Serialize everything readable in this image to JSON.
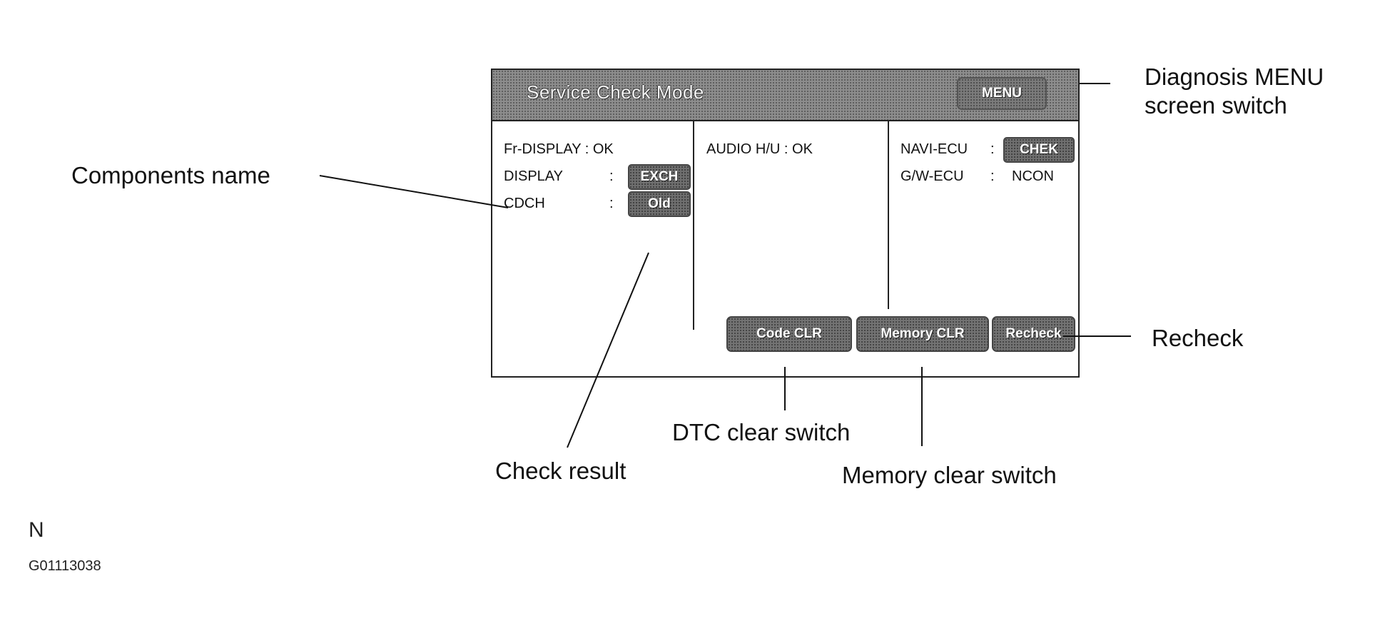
{
  "screen": {
    "title": "Service Check Mode",
    "menu_button": "MENU",
    "columns": [
      {
        "rows": [
          {
            "name": "Fr-DISPLAY",
            "sep": ":",
            "status": "OK"
          },
          {
            "name": "DISPLAY",
            "sep": ":",
            "status": "EXCH"
          },
          {
            "name": "CDCH",
            "sep": ":",
            "status": "Old"
          }
        ]
      },
      {
        "rows": [
          {
            "name": "AUDIO H/U",
            "sep": ":",
            "status": "OK"
          }
        ]
      },
      {
        "rows": [
          {
            "name": "NAVI-ECU",
            "sep": ":",
            "status": "CHEK"
          },
          {
            "name": "G/W-ECU",
            "sep": ":",
            "status": "NCON"
          }
        ]
      }
    ],
    "buttons": {
      "code_clr": "Code CLR",
      "memory_clr": "Memory CLR",
      "recheck": "Recheck"
    }
  },
  "callouts": {
    "diagnosis_menu": "Diagnosis MENU screen switch",
    "components_name": "Components name",
    "recheck": "Recheck",
    "dtc_clear": "DTC clear switch",
    "check_result": "Check result",
    "memory_clear": "Memory clear switch"
  },
  "figure": {
    "letter": "N",
    "code": "G01113038"
  }
}
